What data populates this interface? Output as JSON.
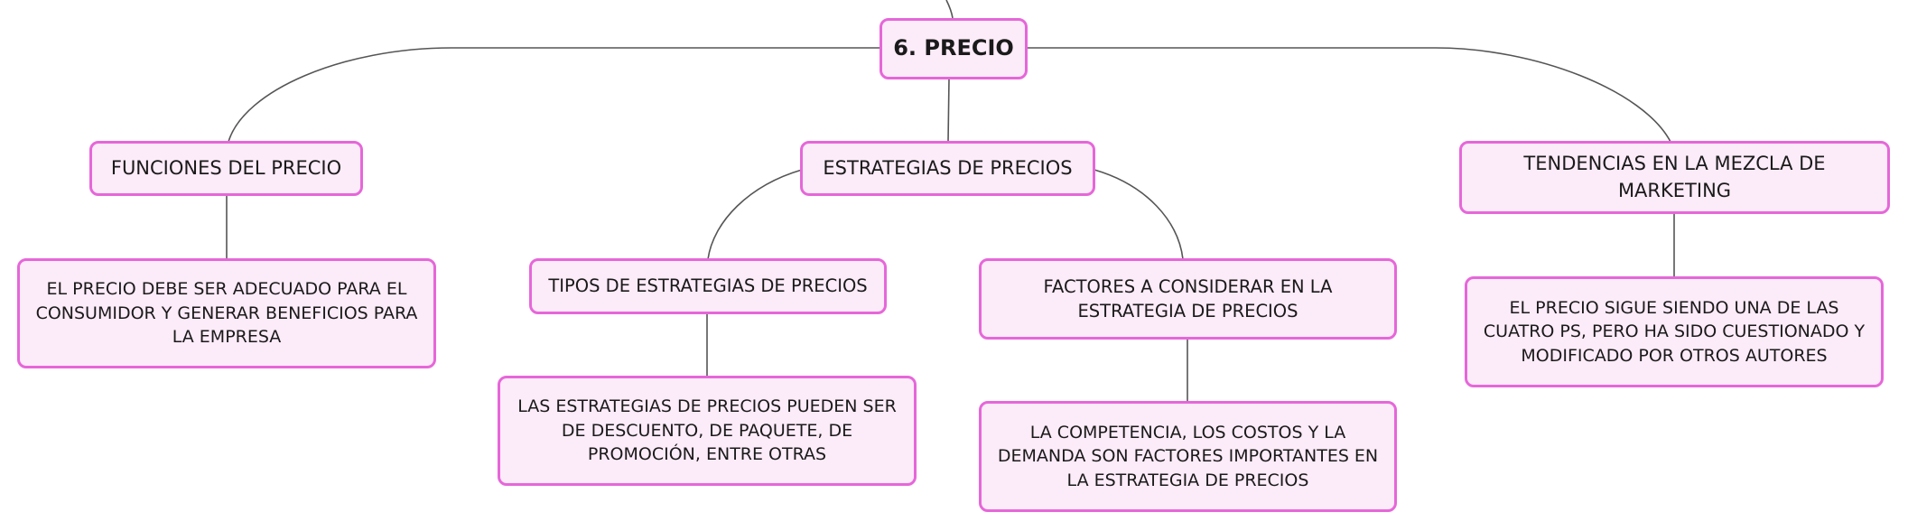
{
  "diagram": {
    "root": {
      "label": "6. PRECIO"
    },
    "funciones": {
      "label": "FUNCIONES DEL PRECIO"
    },
    "funciones_desc": {
      "label": "EL PRECIO DEBE SER ADECUADO PARA EL CONSUMIDOR Y GENERAR BENEFICIOS PARA LA EMPRESA"
    },
    "estrategias": {
      "label": "ESTRATEGIAS DE PRECIOS"
    },
    "tipos": {
      "label": "TIPOS DE ESTRATEGIAS DE PRECIOS"
    },
    "tipos_desc": {
      "label": "LAS ESTRATEGIAS DE PRECIOS PUEDEN SER DE DESCUENTO, DE PAQUETE, DE PROMOCIÓN, ENTRE OTRAS"
    },
    "factores": {
      "label": "FACTORES A CONSIDERAR EN LA ESTRATEGIA DE PRECIOS"
    },
    "factores_desc": {
      "label": "LA COMPETENCIA, LOS COSTOS Y LA DEMANDA SON FACTORES IMPORTANTES EN LA ESTRATEGIA DE PRECIOS"
    },
    "tendencias": {
      "label": "TENDENCIAS EN LA MEZCLA DE MARKETING"
    },
    "tendencias_desc": {
      "label": "EL PRECIO SIGUE SIENDO UNA DE LAS CUATRO PS, PERO HA SIDO CUESTIONADO Y MODIFICADO POR OTROS AUTORES"
    }
  },
  "colors": {
    "node_fill": "#fcebf8",
    "node_border": "#e667d9",
    "connector": "#555555"
  }
}
